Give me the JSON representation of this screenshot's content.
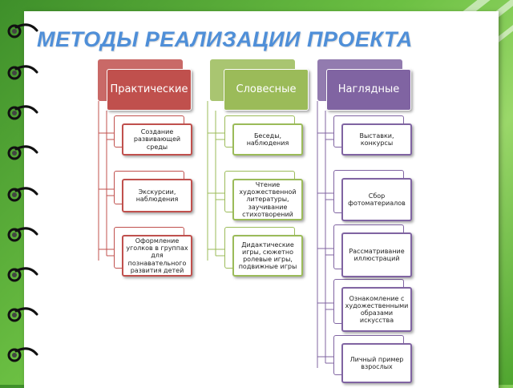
{
  "title": "МЕТОДЫ РЕАЛИЗАЦИИ ПРОЕКТА",
  "colors": {
    "practical": "#c0504d",
    "verbal": "#9bbb59",
    "visual": "#8064a2",
    "title": "#4f8fd8"
  },
  "columns": [
    {
      "heading": "Практические",
      "items": [
        "Создание развивающей среды",
        "Экскурсии, наблюдения",
        "Оформление уголков в группах для познавательного развития детей"
      ]
    },
    {
      "heading": "Словесные",
      "items": [
        "Беседы, наблюдения",
        "Чтение художественной литературы, заучивание стихотворений",
        "Дидактические игры, сюжетно ролевые игры, подвижные игры"
      ]
    },
    {
      "heading": "Наглядные",
      "items": [
        "Выставки, конкурсы",
        "Сбор фотоматериалов",
        "Рассматривание иллюстраций",
        "Ознакомление с художественными образами искусства",
        "Личный пример взрослых"
      ]
    }
  ]
}
